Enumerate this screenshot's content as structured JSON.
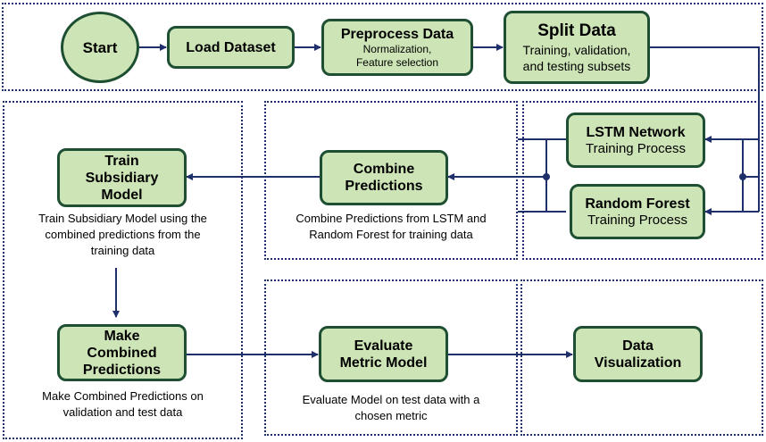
{
  "nodes": {
    "start": {
      "title": "Start"
    },
    "load": {
      "title": "Load Dataset"
    },
    "preprocess": {
      "title": "Preprocess Data",
      "sub1": "Normalization,",
      "sub2": "Feature selection"
    },
    "split": {
      "title": "Split Data",
      "sub1": "Training, validation,",
      "sub2": "and testing subsets"
    },
    "lstm": {
      "title": "LSTM Network",
      "sub": "Training Process"
    },
    "rf": {
      "title": "Random Forest",
      "sub": "Training Process"
    },
    "combine": {
      "title1": "Combine",
      "title2": "Predictions"
    },
    "train": {
      "title1": "Train",
      "title2": "Subsidiary",
      "title3": "Model"
    },
    "make": {
      "title1": "Make",
      "title2": "Combined",
      "title3": "Predictions"
    },
    "evaluate": {
      "title1": "Evaluate",
      "title2": "Metric Model"
    },
    "viz": {
      "title1": "Data",
      "title2": "Visualization"
    }
  },
  "captions": {
    "combine": [
      "Combine Predictions from LSTM and",
      "Random Forest for training data"
    ],
    "train": [
      "Train Subsidiary Model using the",
      "combined predictions from the",
      "training data"
    ],
    "make": [
      "Make Combined Predictions on",
      "validation and test data"
    ],
    "evaluate": [
      "Evaluate Model on test data with a",
      "chosen metric"
    ]
  },
  "colors": {
    "node_fill": "#cde5b6",
    "node_border": "#1e4f33",
    "arrow": "#1f2f6b",
    "section_border": "#1f2f6b"
  }
}
